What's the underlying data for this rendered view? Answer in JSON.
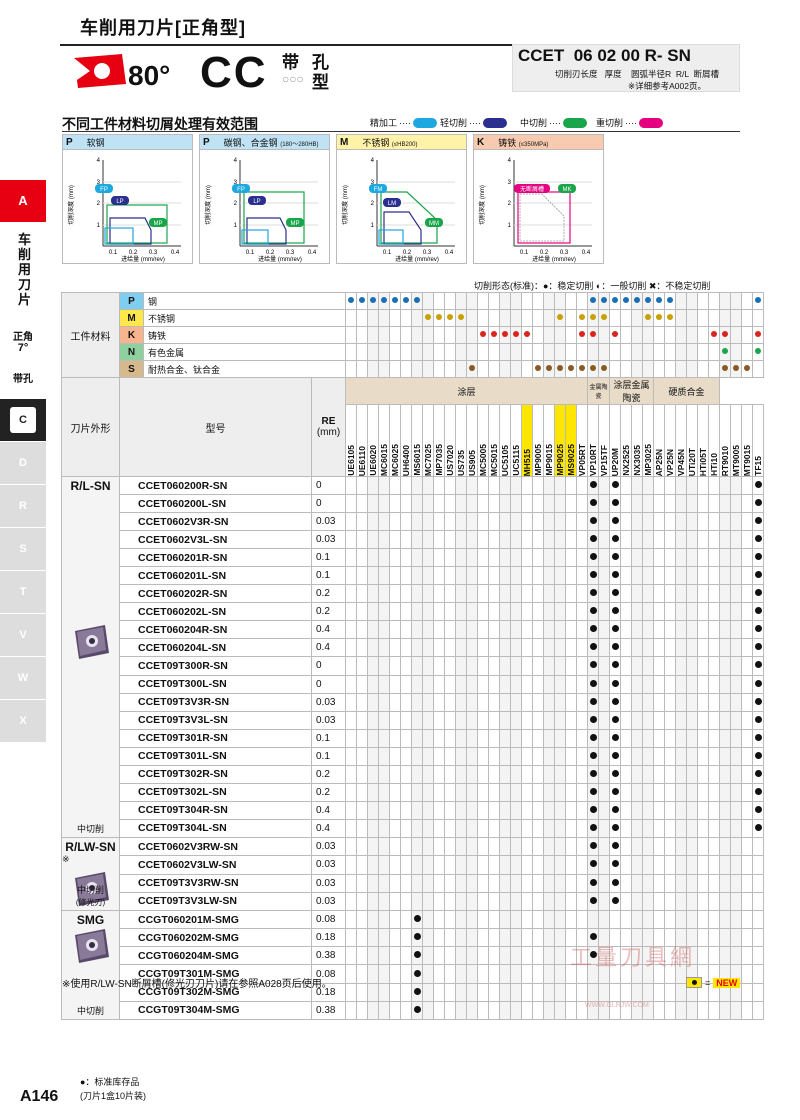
{
  "header": {
    "title": "车削用刀片[正角型]",
    "angle": "80°",
    "series": "CC",
    "with": "带",
    "hole1": "孔",
    "hole2": "型",
    "code": "CCET  06 02 00 R- SN",
    "code_sub": "切削刃长度   厚度    圆弧半径R  R/L  断屑槽",
    "code_ref": "※详细参考A002页。"
  },
  "section": {
    "title": "不同工件材料切屑处理有效范围",
    "legend": [
      {
        "label": "精加工",
        "color": "#1ea8e0"
      },
      {
        "label": "轻切削",
        "color": "#2b2f8f"
      },
      {
        "label": "中切削",
        "color": "#19a54a"
      },
      {
        "label": "重切削",
        "color": "#e4007f"
      }
    ]
  },
  "charts": [
    {
      "code": "P",
      "name": "软钢",
      "spec": "",
      "bg": "#bfe3f5",
      "labels": [
        "FP",
        "LP",
        "MP"
      ]
    },
    {
      "code": "P",
      "name": "碳钢、合金钢",
      "spec": "(180～280HB)",
      "bg": "#bfe3f5",
      "labels": [
        "FP",
        "LP",
        "MP"
      ]
    },
    {
      "code": "M",
      "name": "不锈钢",
      "spec": "(≤HB200)",
      "bg": "#fff3a8",
      "labels": [
        "FM",
        "LM",
        "MM"
      ]
    },
    {
      "code": "K",
      "name": "铸铁",
      "spec": "(≤350MPa)",
      "bg": "#f8cbb0",
      "labels": [
        "无断屑槽",
        "MK"
      ]
    }
  ],
  "chart_axes": {
    "ylabel": "切削深度 (mm)",
    "xlabel": "进给量 (mm/rev)",
    "xticks": [
      "0.1",
      "0.2",
      "0.3",
      "0.4"
    ],
    "yticks": [
      "1",
      "2",
      "3",
      "4"
    ]
  },
  "morph": "切削形态(标准)：●：稳定切削  ◐：一般切削  ✖：不稳定切削",
  "side": {
    "a": "A",
    "category": "车削用刀片",
    "angle_label": "正角",
    "angle_value": "7°",
    "hole": "带孔",
    "tabs": [
      "C",
      "D",
      "R",
      "S",
      "T",
      "V",
      "W",
      "X"
    ]
  },
  "table": {
    "mat_header": "工件材料",
    "shape_header": "刀片外形",
    "model_header": "型号",
    "re_header": "RE",
    "re_unit": "(mm)",
    "materials": [
      {
        "code": "P",
        "name": "钢",
        "color": "#7fcdef"
      },
      {
        "code": "M",
        "name": "不锈钢",
        "color": "#ffe84a"
      },
      {
        "code": "K",
        "name": "铸铁",
        "color": "#f8b48c"
      },
      {
        "code": "N",
        "name": "有色金属",
        "color": "#8fd19e"
      },
      {
        "code": "S",
        "name": "耐热合金、钛合金",
        "color": "#d6b98c"
      }
    ],
    "bands": [
      {
        "label": "涂层",
        "span": 22
      },
      {
        "label": "金属陶瓷",
        "span": 2
      },
      {
        "label": "涂层金属陶瓷",
        "span": 4
      },
      {
        "label": "硬质合金",
        "span": 6
      }
    ],
    "grades": [
      "UE6105",
      "UE6110",
      "UE6020",
      "MC6015",
      "MC6025",
      "UH6400",
      "MS6015",
      "MC7025",
      "MP7035",
      "US7020",
      "US735",
      "US905",
      "MC5005",
      "MC5015",
      "UC5105",
      "UC5115",
      "MH515",
      "MP9005",
      "MP9015",
      "MP9025",
      "MS9025",
      "VP05RT",
      "VP10RT",
      "VP15TF",
      "UP20M",
      "NX2525",
      "NX3035",
      "MP3025",
      "AP25N",
      "VP25N",
      "VP45N",
      "UTi20T",
      "HTi05T",
      "HTi10",
      "RT9010",
      "MT9005",
      "MT9015",
      "TF15"
    ],
    "new_grades": [
      "MH515",
      "MP9025",
      "MS9025"
    ],
    "new_label": "NEW",
    "groups": [
      {
        "name": "R/L-SN",
        "note": "中切削",
        "sub": "",
        "rows": [
          {
            "code": "CCET060200R-SN",
            "re": "0"
          },
          {
            "code": "CCET060200L-SN",
            "re": "0"
          },
          {
            "code": "CCET0602V3R-SN",
            "re": "0.03"
          },
          {
            "code": "CCET0602V3L-SN",
            "re": "0.03"
          },
          {
            "code": "CCET060201R-SN",
            "re": "0.1"
          },
          {
            "code": "CCET060201L-SN",
            "re": "0.1"
          },
          {
            "code": "CCET060202R-SN",
            "re": "0.2"
          },
          {
            "code": "CCET060202L-SN",
            "re": "0.2"
          },
          {
            "code": "CCET060204R-SN",
            "re": "0.4"
          },
          {
            "code": "CCET060204L-SN",
            "re": "0.4"
          },
          {
            "code": "CCET09T300R-SN",
            "re": "0"
          },
          {
            "code": "CCET09T300L-SN",
            "re": "0"
          },
          {
            "code": "CCET09T3V3R-SN",
            "re": "0.03"
          },
          {
            "code": "CCET09T3V3L-SN",
            "re": "0.03"
          },
          {
            "code": "CCET09T301R-SN",
            "re": "0.1"
          },
          {
            "code": "CCET09T301L-SN",
            "re": "0.1"
          },
          {
            "code": "CCET09T302R-SN",
            "re": "0.2"
          },
          {
            "code": "CCET09T302L-SN",
            "re": "0.2"
          },
          {
            "code": "CCET09T304R-SN",
            "re": "0.4"
          },
          {
            "code": "CCET09T304L-SN",
            "re": "0.4"
          }
        ]
      },
      {
        "name": "R/LW-SN",
        "note": "中切削",
        "sub": "(修光刃)",
        "mark": "※",
        "rows": [
          {
            "code": "CCET0602V3RW-SN",
            "re": "0.03"
          },
          {
            "code": "CCET0602V3LW-SN",
            "re": "0.03"
          },
          {
            "code": "CCET09T3V3RW-SN",
            "re": "0.03"
          },
          {
            "code": "CCET09T3V3LW-SN",
            "re": "0.03"
          }
        ]
      },
      {
        "name": "SMG",
        "note": "中切削",
        "sub": "",
        "rows": [
          {
            "code": "CCGT060201M-SMG",
            "re": "0.08"
          },
          {
            "code": "CCGT060202M-SMG",
            "re": "0.18"
          },
          {
            "code": "CCGT060204M-SMG",
            "re": "0.38"
          },
          {
            "code": "CCGT09T301M-SMG",
            "re": "0.08"
          },
          {
            "code": "CCGT09T302M-SMG",
            "re": "0.18"
          },
          {
            "code": "CCGT09T304M-SMG",
            "re": "0.38"
          }
        ]
      }
    ]
  },
  "footer": {
    "note": "※使用R/LW-SN断屑槽(修光刃刀片)请在参照A028页后使用。",
    "new_eq": "=",
    "new_label": "NEW",
    "page": "A146",
    "stock1": "●：标准库存品",
    "stock2": "(刀片1盒10片装)"
  },
  "watermark": {
    "main": "工量刀具網",
    "sub": "WWW.GLRJW.COM"
  }
}
